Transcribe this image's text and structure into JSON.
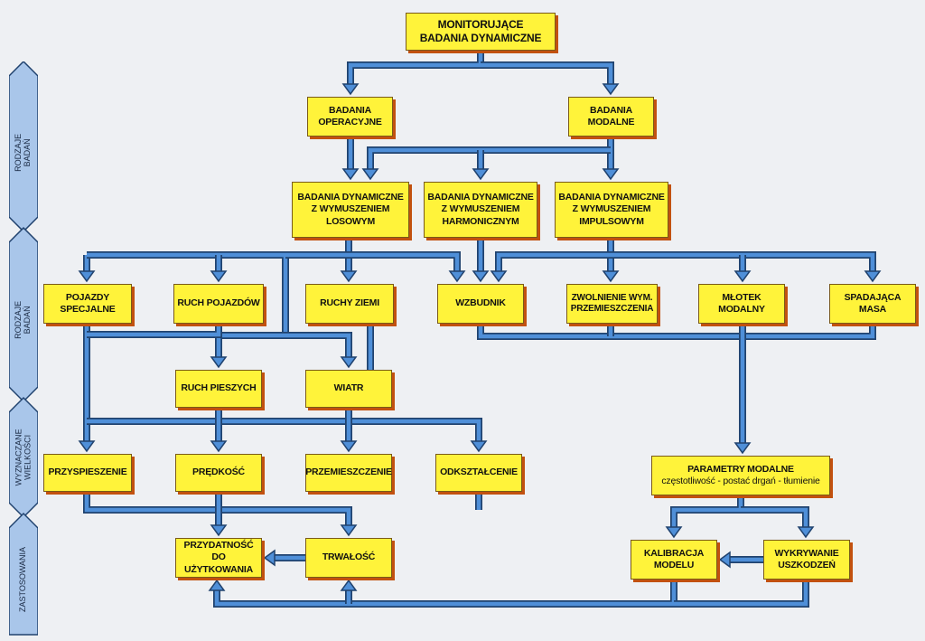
{
  "side_labels": [
    {
      "text": "RODZAJE BADAŃ"
    },
    {
      "text": "RODZAJE BADAŃ"
    },
    {
      "text": "WYZNACZANE\nWIELKOŚCI"
    },
    {
      "text": "ZASTOSOWANIA"
    }
  ],
  "nodes": {
    "monitorujace": "MONITORUJĄCE\nBADANIA DYNAMICZNE",
    "operacyjne": "BADANIA\nOPERACYJNE",
    "modalne": "BADANIA\nMODALNE",
    "losowym": "BADANIA DYNAMICZNE\nZ WYMUSZENIEM\nLOSOWYM",
    "harmonicznym": "BADANIA DYNAMICZNE\nZ WYMUSZENIEM\nHARMONICZNYM",
    "impulsowym": "BADANIA DYNAMICZNE\nZ WYMUSZENIEM\nIMPULSOWYM",
    "pojazdy": "POJAZDY\nSPECJALNE",
    "ruch_pojazdow": "RUCH POJAZDÓW",
    "ruchy_ziemi": "RUCHY ZIEMI",
    "wzbudnik": "WZBUDNIK",
    "zwolnienie": "ZWOLNIENIE WYM.\nPRZEMIESZCZENIA",
    "mlotek": "MŁOTEK\nMODALNY",
    "spadajaca": "SPADAJĄCA\nMASA",
    "ruch_pieszych": "RUCH PIESZYCH",
    "wiatr": "WIATR",
    "przyspieszenie": "PRZYSPIESZENIE",
    "predkosc": "PRĘDKOŚĆ",
    "przemieszczenie": "PRZEMIESZCZENIE",
    "odksztalcenie": "ODKSZTAŁCENIE",
    "parametry_title": "PARAMETRY MODALNE",
    "parametry_sub": "częstotliwość - postać drgań - tłumienie",
    "przydatnosc": "PRZYDATNOŚĆ DO\nUŻYTKOWANIA",
    "trwalosc": "TRWAŁOŚĆ",
    "kalibracja": "KALIBRACJA\nMODELU",
    "wykrywanie": "WYKRYWANIE\nUSZKODZEŃ"
  },
  "colors": {
    "box_fill": "#fff33a",
    "box_shadow": "#c2510f",
    "arrow_fill": "#4f8fd8",
    "arrow_edge": "#20426e",
    "side_fill": "#a9c6ea",
    "background": "#eef0f3"
  }
}
